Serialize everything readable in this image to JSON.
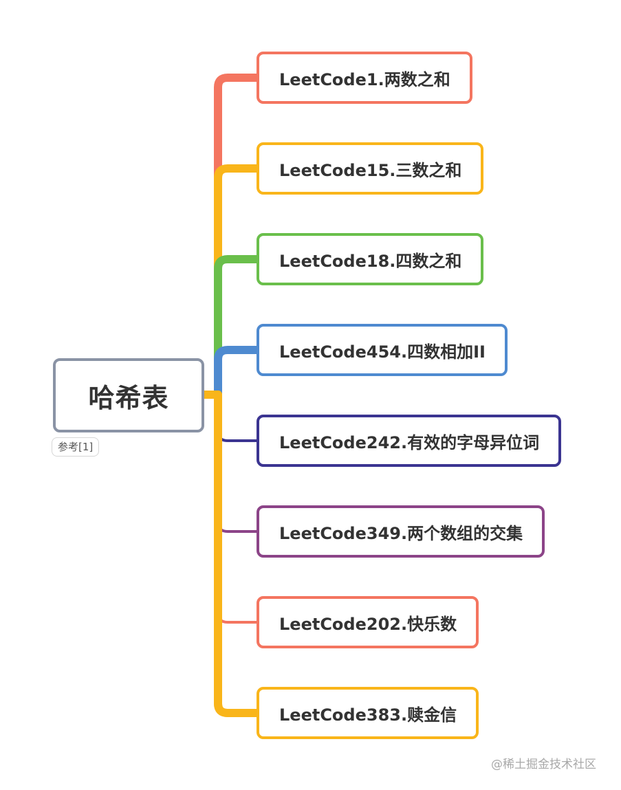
{
  "root": {
    "title": "哈希表",
    "reference_tag": "参考[1]",
    "border_color": "#8a93a5"
  },
  "topics": [
    {
      "label": "LeetCode1.两数之和",
      "color": "#f47560"
    },
    {
      "label": "LeetCode15.三数之和",
      "color": "#f9b51a"
    },
    {
      "label": "LeetCode18.四数之和",
      "color": "#6abf4b"
    },
    {
      "label": "LeetCode454.四数相加II",
      "color": "#4e8ad0"
    },
    {
      "label": "LeetCode242.有效的字母异位词",
      "color": "#3b3491"
    },
    {
      "label": "LeetCode349.两个数组的交集",
      "color": "#8c4488"
    },
    {
      "label": "LeetCode202.快乐数",
      "color": "#f47560"
    },
    {
      "label": "LeetCode383.赎金信",
      "color": "#f9b51a"
    }
  ],
  "watermark": "@稀土掘金技术社区"
}
